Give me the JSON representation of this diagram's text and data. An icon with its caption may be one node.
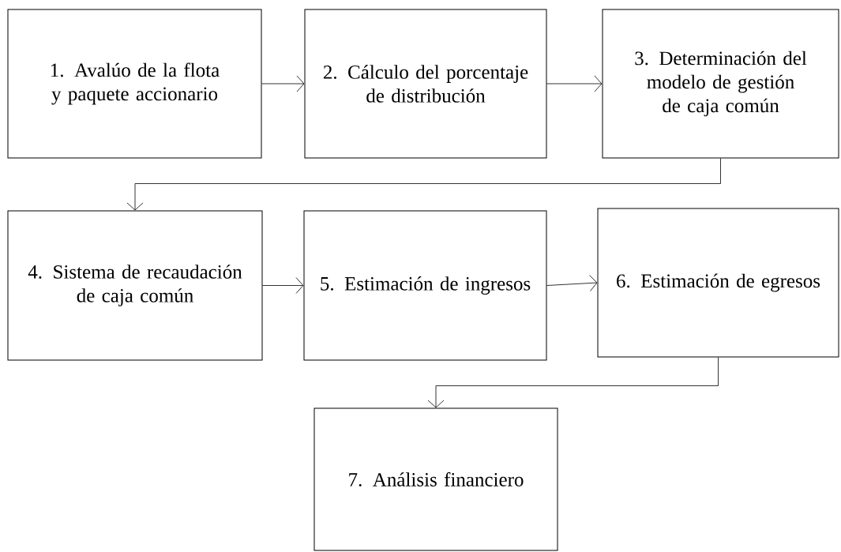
{
  "diagram": {
    "nodes": [
      {
        "text": [
          "1. Avalúo de la flota y paquete accionario"
        ]
      },
      {
        "text": [
          "2. Cálculo del porcentaje de distribución"
        ]
      },
      {
        "text": [
          "3. Determinación del modelo de gestión de caja común"
        ]
      },
      {
        "text": [
          "4. Sistema de recaudación de caja común"
        ]
      },
      {
        "text": [
          "5. Estimación de ingresos"
        ]
      },
      {
        "text": [
          "6. Estimación de egresos"
        ]
      },
      {
        "text": [
          "7. Análisis financiero"
        ]
      }
    ],
    "edges": [
      {
        "from": 0,
        "to": 1,
        "arrow": "to"
      },
      {
        "from": 1,
        "to": 2,
        "arrow": "to"
      },
      {
        "from": 2,
        "to": 3,
        "arrow": "to"
      },
      {
        "from": 3,
        "to": 4,
        "arrow": "to"
      },
      {
        "from": 4,
        "to": 5,
        "arrow": "to"
      },
      {
        "from": 5,
        "to": 6,
        "arrow": "to"
      }
    ]
  }
}
